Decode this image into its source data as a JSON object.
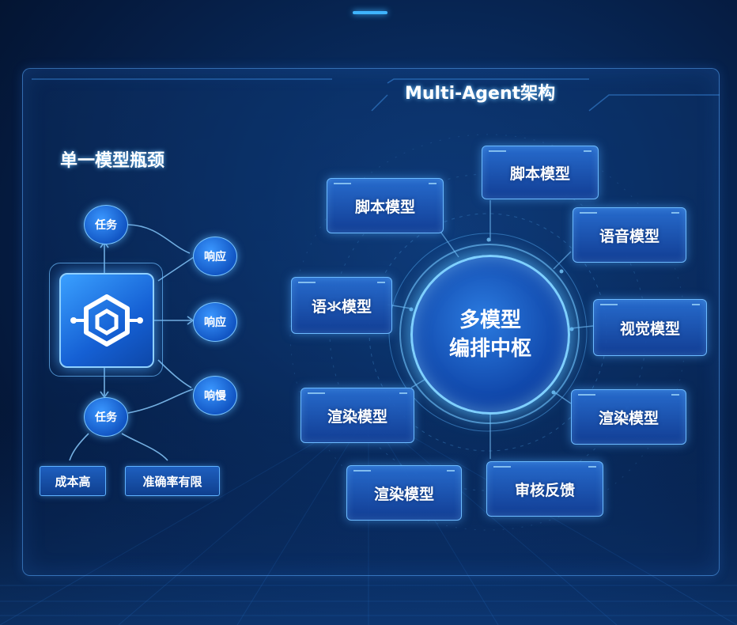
{
  "title_multi_agent": "Multi-Agent架构",
  "title_single_model": "单一模型瓶颈",
  "left": {
    "task_top": "任务",
    "task_bottom": "任务",
    "response_1": "响应",
    "response_2": "响应",
    "response_slow": "响慢",
    "cost_high": "成本高",
    "accuracy_limited": "准确率有限"
  },
  "hub": {
    "line1": "多模型",
    "line2": "编排中枢"
  },
  "nodes": {
    "script_top": "脚本模型",
    "script_left": "脚本模型",
    "voice_right": "语音模型",
    "voice_left": "语氺模型",
    "vision": "视觉模型",
    "render_left": "渲染模型",
    "render_right": "渲染模型",
    "render_bottom": "渲染模型",
    "review": "审核反馈"
  },
  "colors": {
    "accent": "#3fb4ff",
    "card": "#1e5fbf",
    "background": "#051a3e"
  }
}
